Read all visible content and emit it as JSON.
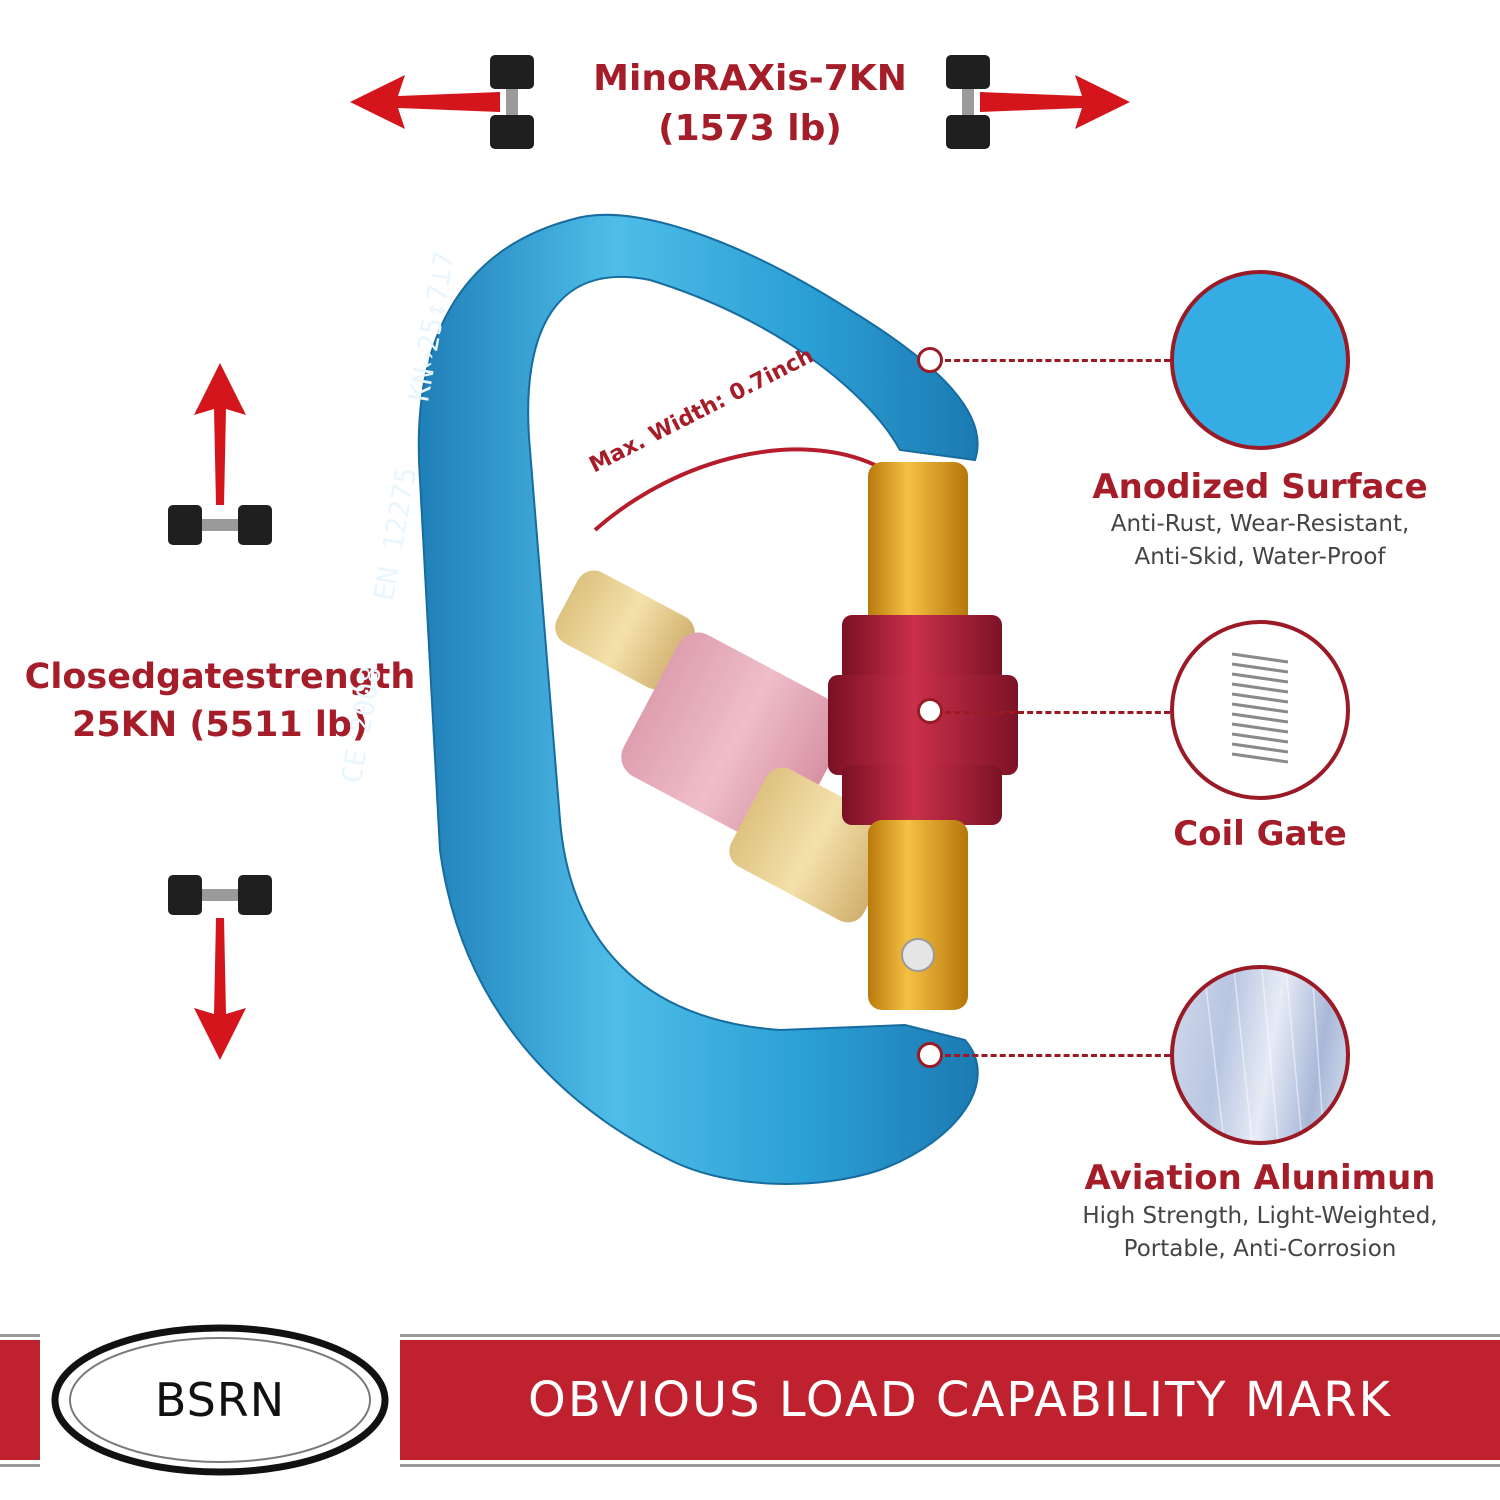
{
  "top_strength": {
    "line1": "MinoRAXis-7KN",
    "line2": "(1573 lb)"
  },
  "closed_gate": {
    "line1": "Closedgatestrength",
    "line2": "25KN (5511 lb)"
  },
  "gate_width": "Max. Width: 0.7inch",
  "carabiner_markings": {
    "cert": "CE 2008",
    "standard": "EN 12275",
    "ratings": "KN↔25↕7⊥7"
  },
  "features": [
    {
      "title": "Anodized Surface",
      "line1": "Anti-Rust, Wear-Resistant,",
      "line2": "Anti-Skid, Water-Proof",
      "icon": "blue-swatch-icon"
    },
    {
      "title": "Coil Gate",
      "icon": "spring-coil-icon"
    },
    {
      "title": "Aviation Alunimun",
      "line1": "High Strength, Light-Weighted,",
      "line2": "Portable, Anti-Corrosion",
      "icon": "brushed-metal-icon"
    }
  ],
  "banner": {
    "brand": "BSRN",
    "text": "OBVIOUS LOAD CAPABILITY MARK"
  },
  "colors": {
    "accent_red": "#a61d2a",
    "banner_red": "#c0212f",
    "carabiner_blue": "#2a9fd4",
    "gate_gold": "#e0a21a",
    "locking_sleeve": "#b0203a"
  }
}
